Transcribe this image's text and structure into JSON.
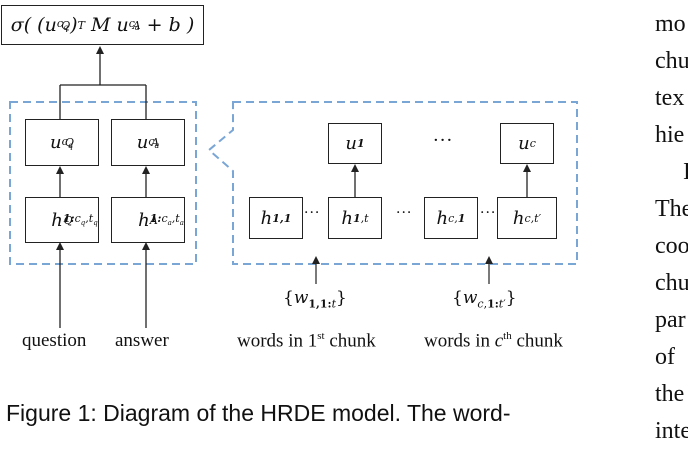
{
  "diagram": {
    "top_formula": "σ( (u_cq^Q)^T M u_ca^A + b )",
    "u_q": "u^Q_cq",
    "u_a": "u^A_ca",
    "h_q": "h^Q_1:cq,tq",
    "h_a": "h^A_1:ca,ta",
    "u1": "u1",
    "uc": "uc",
    "h11": "h1,1",
    "h1t": "h1,t",
    "hc1": "hc,1",
    "hctp": "hc,t′",
    "w_first": "{w1,1:t}",
    "w_c": "{wc,1:t′}",
    "ellipsis": "···",
    "labels": {
      "question": "question",
      "answer": "answer",
      "words_first": "words in 1",
      "words_first_sup": "st",
      "words_first_tail": " chunk",
      "words_c": "words in ",
      "words_c_var": "c",
      "words_c_sup": "th",
      "words_c_tail": " chunk"
    }
  },
  "right_column": [
    "mo",
    "chu",
    "tex",
    "hie",
    "I",
    "The",
    "coo",
    "chu",
    "par",
    "of",
    "the",
    "inte"
  ],
  "caption": "Figure 1:  Diagram of the HRDE model. The word-"
}
